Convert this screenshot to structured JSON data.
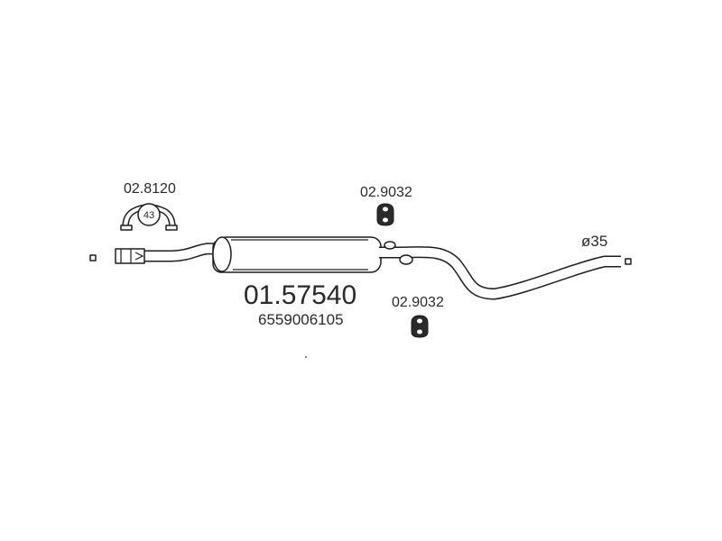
{
  "main_part": {
    "number": "01.57540",
    "oem_number": "6559006105"
  },
  "components": {
    "clamp": {
      "number": "02.8120",
      "size": "43"
    },
    "hanger_upper": {
      "number": "02.9032"
    },
    "hanger_lower": {
      "number": "02.9032"
    }
  },
  "tailpipe": {
    "diameter": "ø35"
  },
  "colors": {
    "line": "#1e1e1e",
    "text": "#2a2a2a",
    "background": "#ffffff"
  }
}
